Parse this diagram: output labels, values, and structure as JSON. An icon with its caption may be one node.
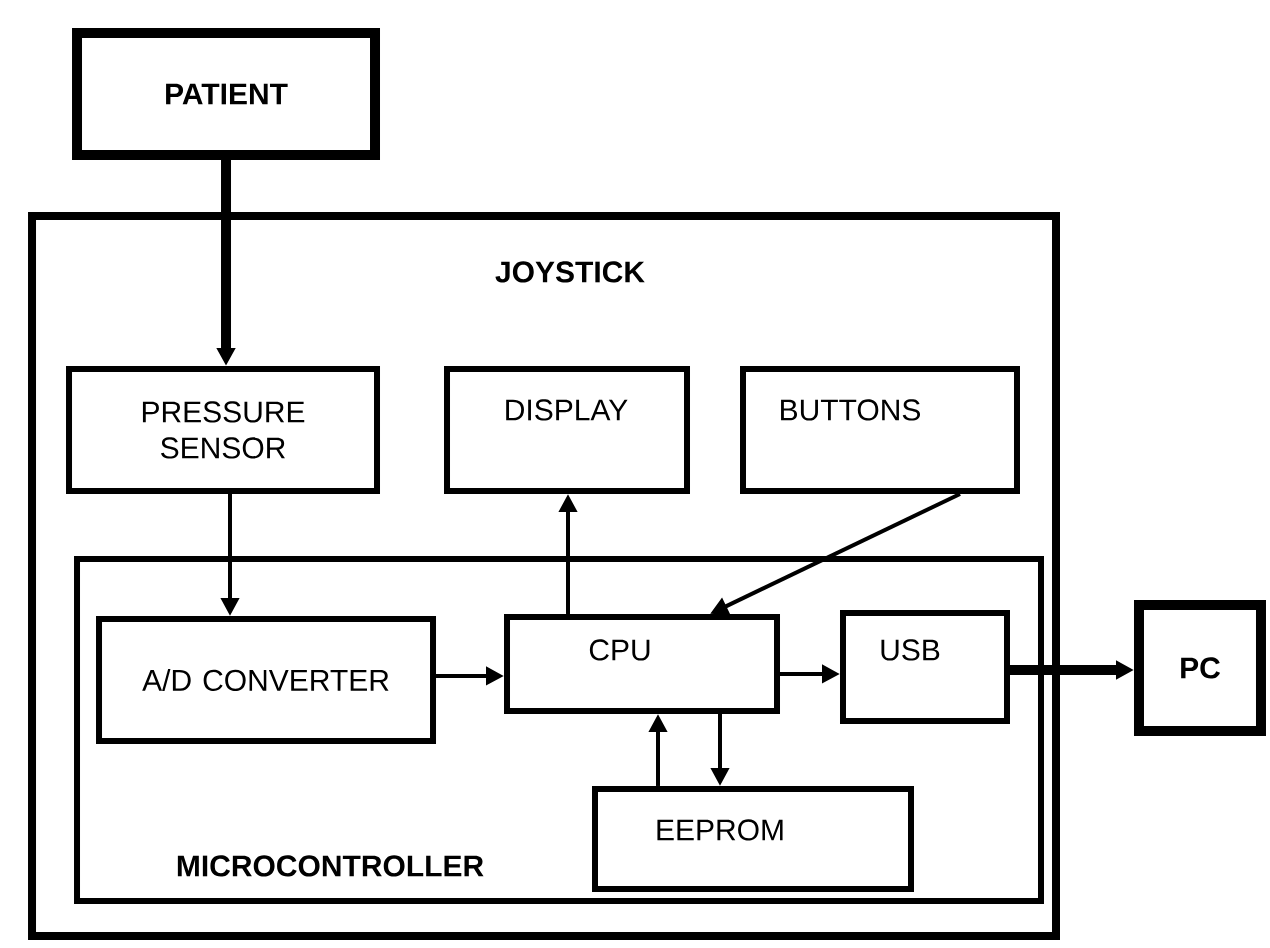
{
  "diagram": {
    "nodes": [
      {
        "text": [
          "PATIENT"
        ]
      },
      {
        "text": [
          "JOYSTICK"
        ]
      },
      {
        "text": [
          "PRESSURE SENSOR"
        ],
        "in": 1
      },
      {
        "text": [
          "DISPLAY"
        ],
        "in": 1
      },
      {
        "text": [
          "BUTTONS"
        ],
        "in": 1
      },
      {
        "text": [
          "MICROCONTROLLER"
        ],
        "in": 1
      },
      {
        "text": [
          "A/D CONVERTER"
        ],
        "in": 5
      },
      {
        "text": [
          "CPU"
        ],
        "in": 5
      },
      {
        "text": [
          "USB"
        ],
        "in": 5
      },
      {
        "text": [
          "EEPROM"
        ],
        "in": 5
      },
      {
        "text": [
          "PC"
        ]
      }
    ],
    "edges": [
      {
        "from": 0,
        "to": 2,
        "arrow": "to",
        "style": "thick"
      },
      {
        "from": 2,
        "to": 6,
        "arrow": "to"
      },
      {
        "from": 7,
        "to": 3,
        "arrow": "to"
      },
      {
        "from": 4,
        "to": 7,
        "arrow": "to"
      },
      {
        "from": 6,
        "to": 7,
        "arrow": "to"
      },
      {
        "from": 7,
        "to": 8,
        "arrow": "to"
      },
      {
        "from": 9,
        "to": 7,
        "arrow": "to"
      },
      {
        "from": 7,
        "to": 9,
        "arrow": "to"
      },
      {
        "from": 8,
        "to": 10,
        "arrow": "to",
        "style": "thick"
      }
    ]
  }
}
